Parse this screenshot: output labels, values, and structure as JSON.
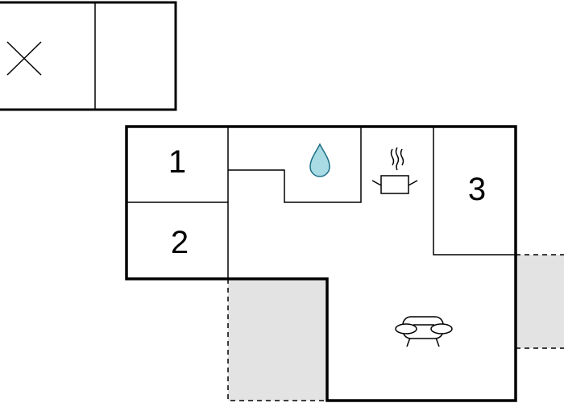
{
  "floor_plan": {
    "rooms": [
      {
        "id": "bedroom-1",
        "label": "1"
      },
      {
        "id": "bedroom-2",
        "label": "2"
      },
      {
        "id": "bedroom-3",
        "label": "3"
      }
    ],
    "icons": [
      "water-drop-icon",
      "cooking-pot-icon",
      "sofa-icon",
      "cross-mark-icon"
    ],
    "colors": {
      "wall": "#000000",
      "background": "#ffffff",
      "terrace_fill": "#e3e3e3",
      "water_fill": "#a8dbe4",
      "water_stroke": "#1a6f86"
    }
  }
}
